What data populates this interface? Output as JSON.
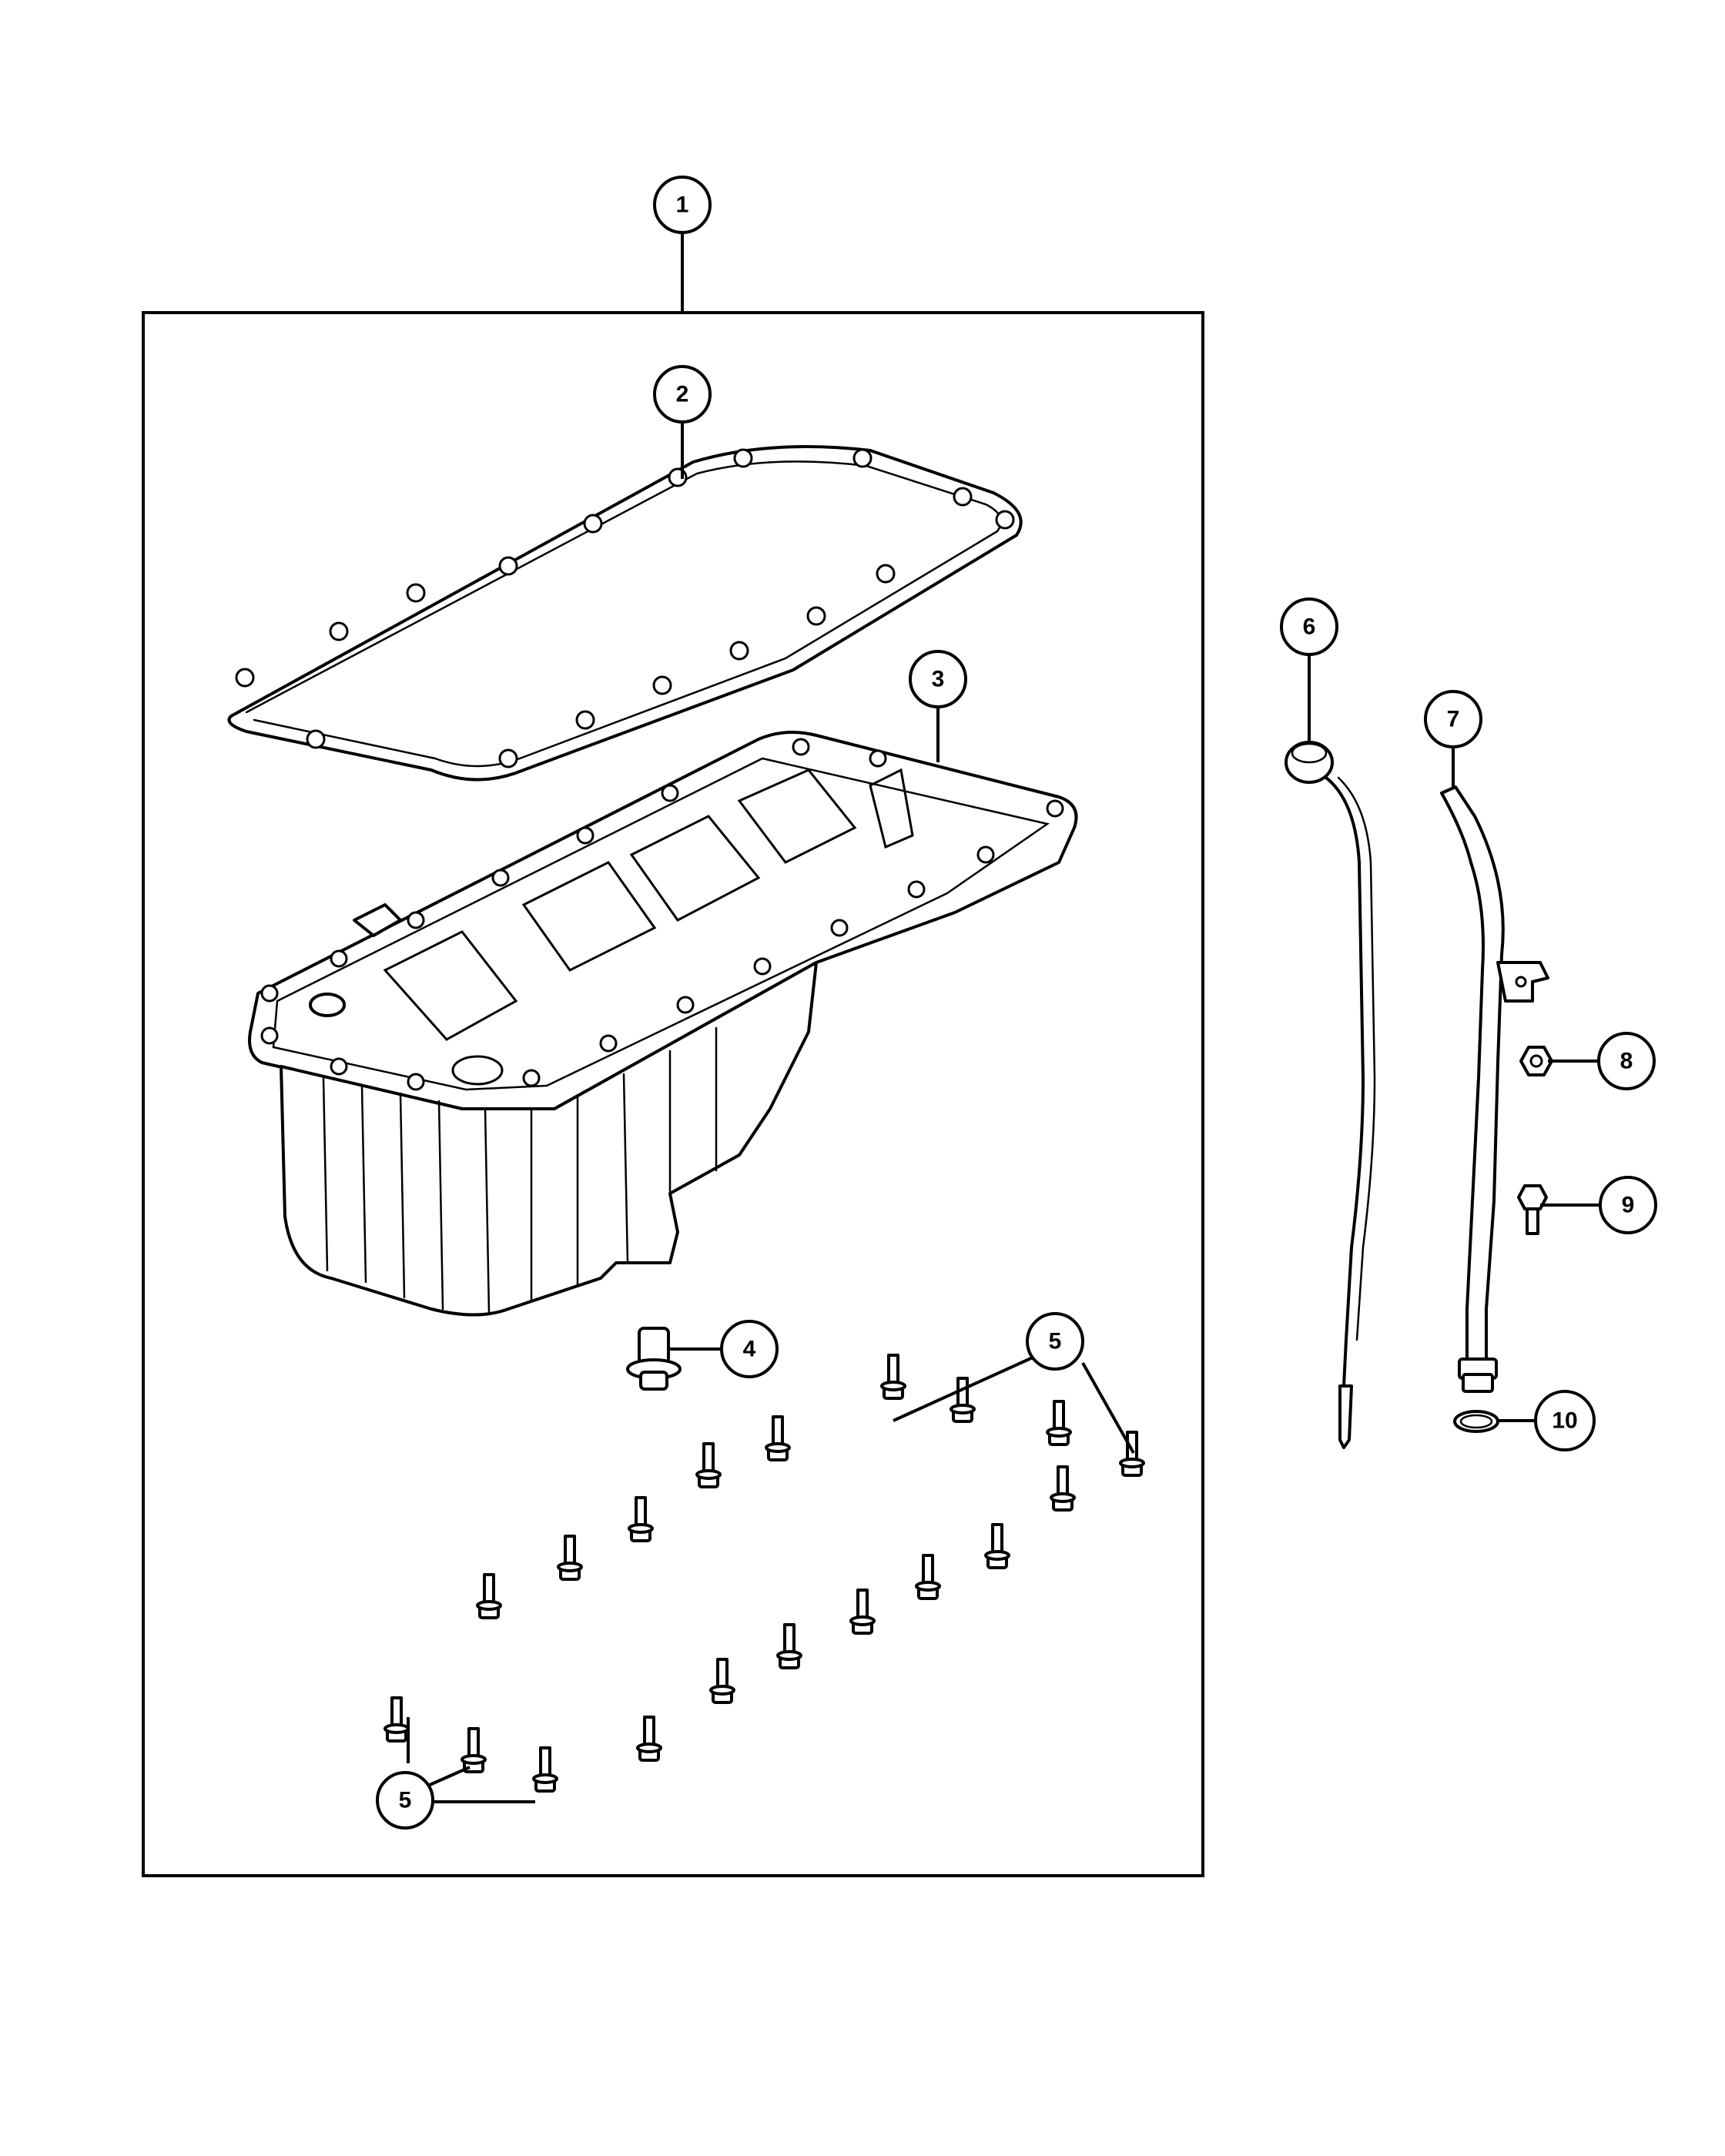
{
  "callouts": {
    "c1": "1",
    "c2": "2",
    "c3": "3",
    "c4": "4",
    "c5a": "5",
    "c5b": "5",
    "c6": "6",
    "c7": "7",
    "c8": "8",
    "c9": "9",
    "c10": "10"
  },
  "colors": {
    "line": "#000000",
    "background": "#ffffff"
  }
}
